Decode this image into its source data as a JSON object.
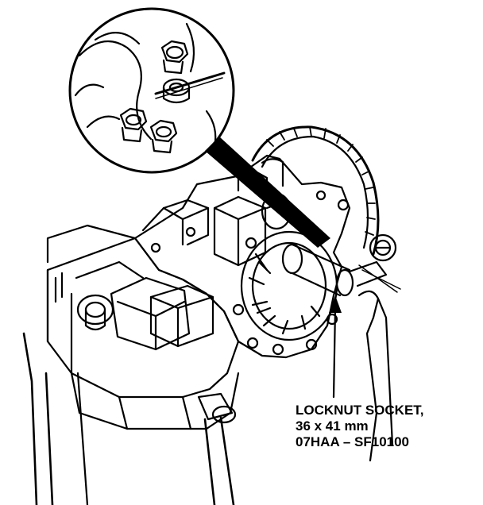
{
  "callout": {
    "line1": "LOCKNUT SOCKET,",
    "line2": "36 x 41 mm",
    "line3": "07HAA – SF10100"
  },
  "colors": {
    "ink": "#000000",
    "paper": "#ffffff"
  }
}
